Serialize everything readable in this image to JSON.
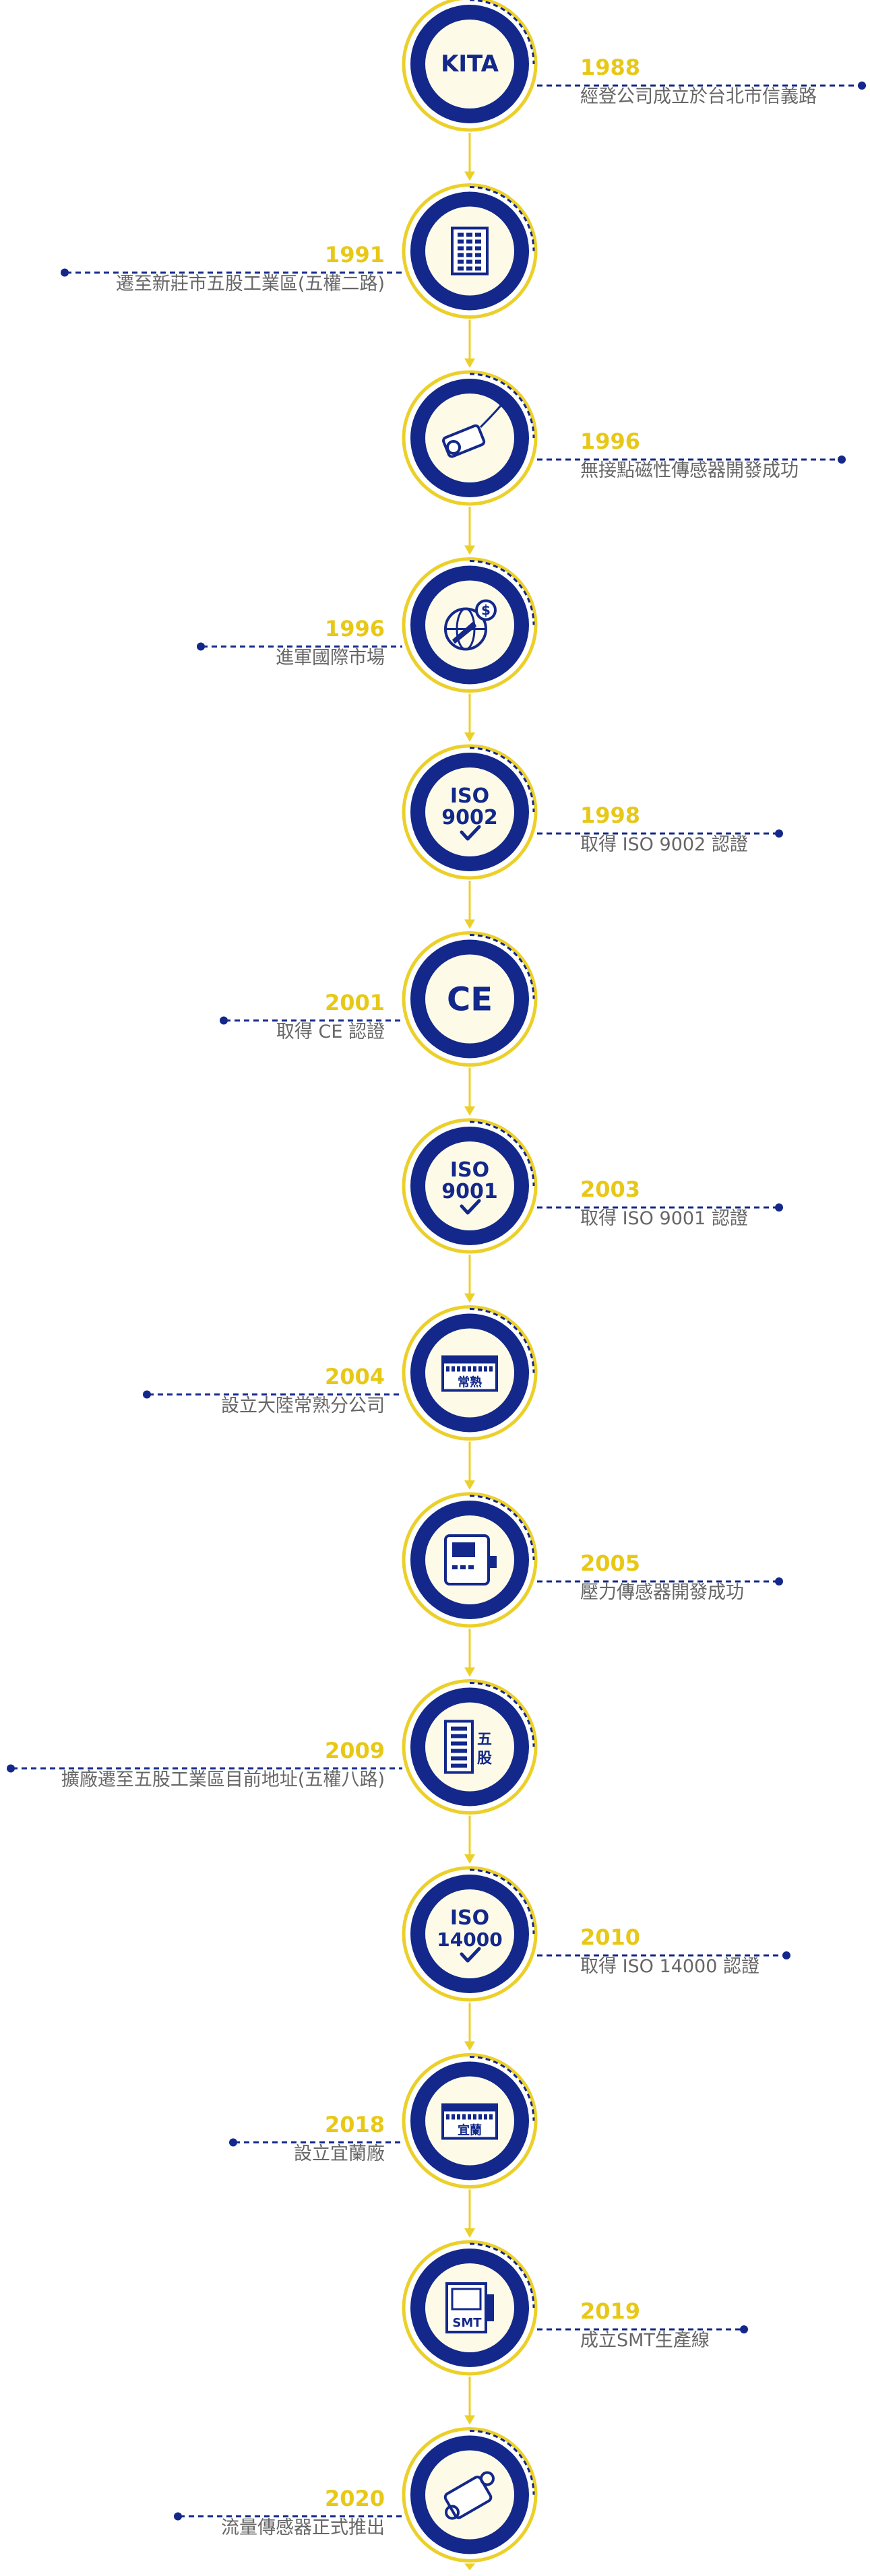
{
  "colors": {
    "navy": "#13288a",
    "gold": "#ecd02a",
    "year": "#e8c817",
    "text": "#666666",
    "cream": "#fdfbe8"
  },
  "events": [
    {
      "year": "1988",
      "desc": "經登公司成立於台北市信義路",
      "side": "right",
      "icon": "kita-logo-icon",
      "icon_text": "KITA"
    },
    {
      "year": "1991",
      "desc": "遷至新莊市五股工業區(五權二路)",
      "side": "left",
      "icon": "office-building-icon"
    },
    {
      "year": "1996",
      "desc": "無接點磁性傳感器開發成功",
      "side": "right",
      "icon": "proximity-sensor-icon"
    },
    {
      "year": "1996",
      "desc": "進軍國際市場",
      "side": "left",
      "icon": "global-market-icon"
    },
    {
      "year": "1998",
      "desc": "取得 ISO 9002 認證",
      "side": "right",
      "icon": "iso-9002-icon",
      "icon_text": "ISO|9002"
    },
    {
      "year": "2001",
      "desc": "取得 CE 認證",
      "side": "left",
      "icon": "ce-mark-icon",
      "icon_text": "CE"
    },
    {
      "year": "2003",
      "desc": "取得 ISO 9001 認證",
      "side": "right",
      "icon": "iso-9001-icon",
      "icon_text": "ISO|9001"
    },
    {
      "year": "2004",
      "desc": "設立大陸常熟分公司",
      "side": "left",
      "icon": "changshu-factory-icon",
      "icon_text": "常熟"
    },
    {
      "year": "2005",
      "desc": "壓力傳感器開發成功",
      "side": "right",
      "icon": "pressure-sensor-icon"
    },
    {
      "year": "2009",
      "desc": "擴廠遷至五股工業區目前地址(五權八路)",
      "side": "left",
      "icon": "wugu-building-icon",
      "icon_text": "五股"
    },
    {
      "year": "2010",
      "desc": "取得 ISO 14000 認證",
      "side": "right",
      "icon": "iso-14000-icon",
      "icon_text": "ISO|14000"
    },
    {
      "year": "2018",
      "desc": "設立宜蘭廠",
      "side": "left",
      "icon": "yilan-factory-icon",
      "icon_text": "宜蘭"
    },
    {
      "year": "2019",
      "desc": "成立SMT生產線",
      "side": "right",
      "icon": "smt-machine-icon",
      "icon_text": "SMT"
    },
    {
      "year": "2020",
      "desc": "流量傳感器正式推出",
      "side": "left",
      "icon": "flow-sensor-icon"
    }
  ]
}
